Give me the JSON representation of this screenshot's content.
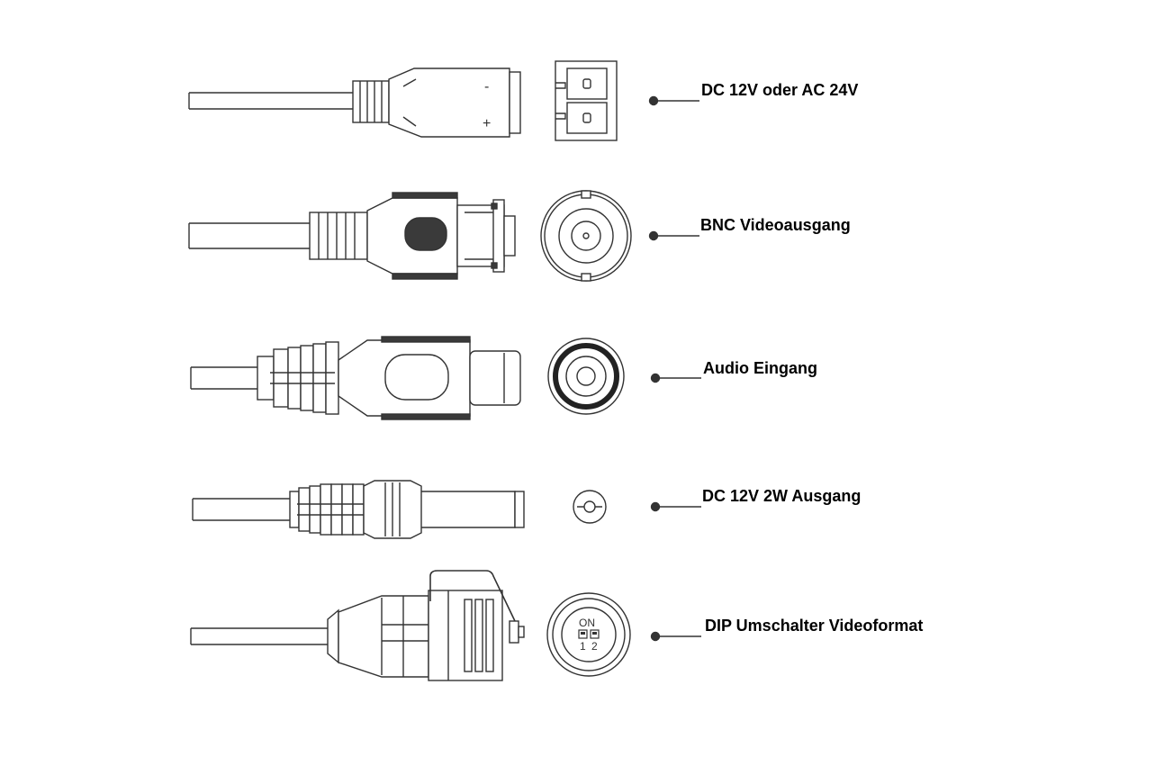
{
  "connectors": [
    {
      "id": "power",
      "label": "DC 12V oder AC 24V",
      "marks": {
        "minus": "-",
        "plus": "+"
      }
    },
    {
      "id": "bnc",
      "label": "BNC Videoausgang"
    },
    {
      "id": "audio",
      "label": "Audio Eingang"
    },
    {
      "id": "dc-out",
      "label": "DC 12V 2W Ausgang"
    },
    {
      "id": "dip",
      "label": "DIP Umschalter Videoformat",
      "switch_text": {
        "on": "ON",
        "one": "1",
        "two": "2"
      }
    }
  ],
  "colors": {
    "line": "#333333",
    "dark": "#3a3a3a",
    "label": "#000000",
    "background": "#ffffff"
  }
}
